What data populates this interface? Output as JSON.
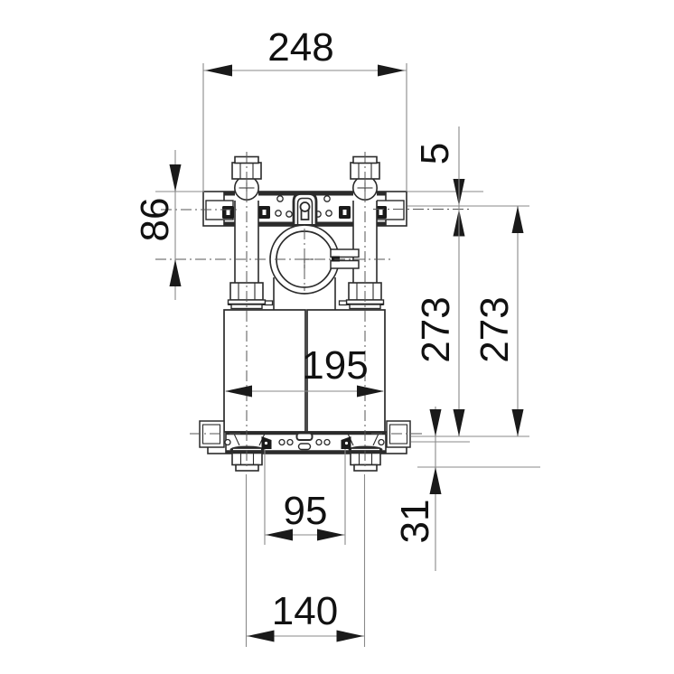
{
  "drawing": {
    "background": "#ffffff",
    "part_line_color": "#2b2b2b",
    "dimension_line_color": "#8a8a8a",
    "text_color": "#111111",
    "dimensions": {
      "top_width": "248",
      "top_offset": "5",
      "rail_to_clamp": "86",
      "height_inner": "273",
      "height_outer": "273",
      "box_width": "195",
      "fixing_spacing": "95",
      "stud_projection": "31",
      "outlet_spacing": "140"
    }
  }
}
